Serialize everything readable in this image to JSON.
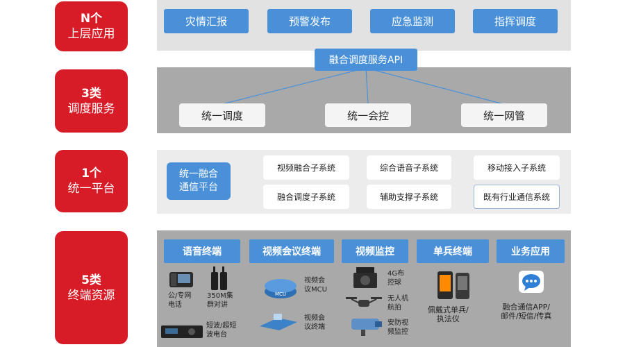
{
  "layers": [
    {
      "num": "N个",
      "name": "上层应用"
    },
    {
      "num": "3类",
      "name": "调度服务"
    },
    {
      "num": "1个",
      "name": "统一平台"
    },
    {
      "num": "5类",
      "name": "终端资源"
    }
  ],
  "apps": [
    "灾情汇报",
    "预警发布",
    "应急监测",
    "指挥调度"
  ],
  "api": "融合调度服务API",
  "services": [
    "统一调度",
    "统一会控",
    "统一网管"
  ],
  "platform": {
    "main_line1": "统一融合",
    "main_line2": "通信平台",
    "subsystems": [
      "视频融合子系统",
      "综合语音子系统",
      "移动接入子系统",
      "融合调度子系统",
      "辅助支撑子系统",
      "既有行业通信系统"
    ]
  },
  "terminals": {
    "heads": [
      "语音终端",
      "视频会议终端",
      "视频监控",
      "单兵终端",
      "业务应用"
    ],
    "voice": [
      {
        "l1": "公/专网",
        "l2": "电话"
      },
      {
        "l1": "350M集",
        "l2": "群对讲"
      },
      {
        "l1": "短波/超短",
        "l2": "波电台"
      }
    ],
    "video_conf": [
      {
        "l1": "视频会",
        "l2": "议MCU",
        "badge": "MCU"
      },
      {
        "l1": "视频会",
        "l2": "议终端"
      }
    ],
    "monitor": [
      {
        "l1": "4G布",
        "l2": "控球"
      },
      {
        "l1": "无人机",
        "l2": "航拍"
      },
      {
        "l1": "安防视",
        "l2": "频监控"
      }
    ],
    "soldier": {
      "l1": "佩戴式单兵/",
      "l2": "执法仪"
    },
    "business": {
      "l1": "融合通信APP/",
      "l2": "邮件/短信/传真"
    }
  },
  "colors": {
    "red": "#d71c28",
    "blue": "#4a90d9",
    "band_light": "#e2e2e2",
    "band_dark": "#a9a9a9"
  }
}
